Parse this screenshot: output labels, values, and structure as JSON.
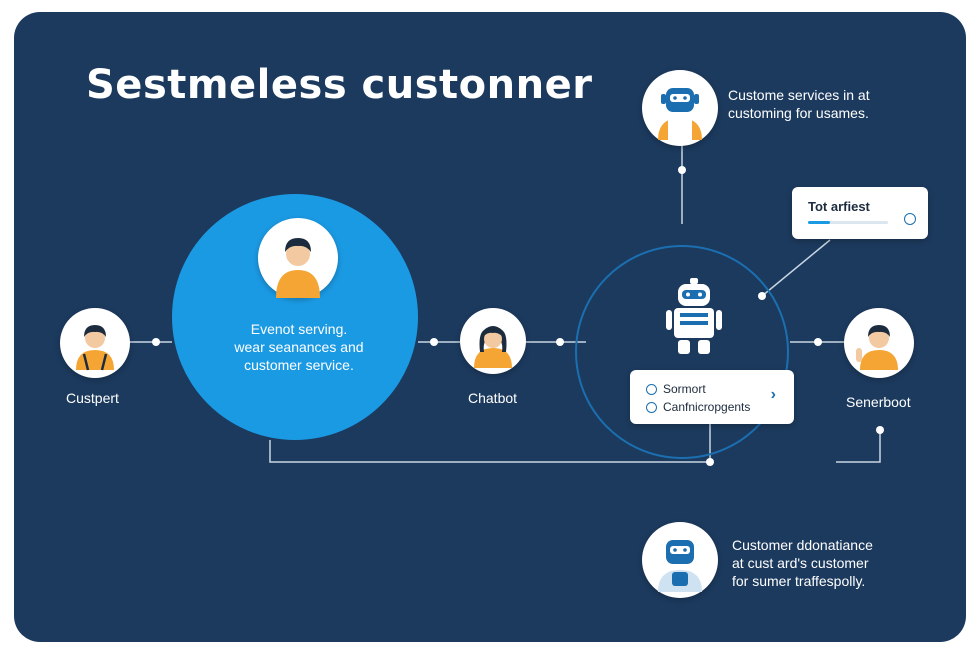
{
  "title": "Sestmeless custonner",
  "hub": {
    "lines": [
      "Evenot serving.",
      "wear seanances and",
      "customer service."
    ]
  },
  "nodes": {
    "left_label": "Custpert",
    "chatbot_label": "Chatbot",
    "right_label": "Senerboot"
  },
  "notes": {
    "top": [
      "Custome services in at",
      "customing for usames."
    ],
    "bottom": [
      "Customer ddonatiance",
      "at cust ard's customer",
      "for sumer traffespolly."
    ]
  },
  "progress_card": {
    "title": "Tot arfiest",
    "progress": 0.28
  },
  "options_card": {
    "items": [
      "Sormort",
      "Canfnicropgents"
    ],
    "chevron": "›"
  },
  "colors": {
    "background": "#1c3a5e",
    "accent": "#1b9ae4",
    "skin": "#f5a533",
    "line": "#c9d6e3"
  },
  "icons": {
    "person": "person-icon",
    "robot": "robot-icon",
    "check": "check-circle-icon"
  }
}
